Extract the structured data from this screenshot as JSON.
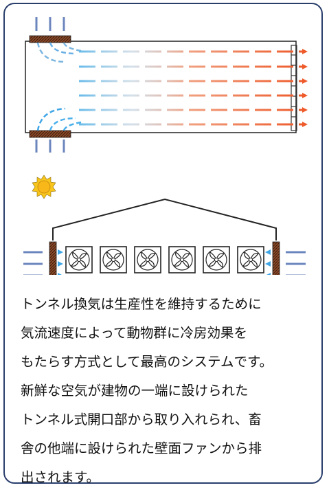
{
  "description": {
    "lines": [
      "トンネル換気は生産性を維持するために",
      "気流速度によって動物群に冷房効果を",
      "もたらす方式として最高のシステムです。",
      "新鮮な空気が建物の一端に設けられた",
      "トンネル式開口部から取り入れられ、畜",
      "舎の他端に設けられた壁面ファンから排",
      "出されます。"
    ]
  },
  "icons": {
    "sun": "sun-icon",
    "fan": "exhaust-fan-icon",
    "air_arrow": "airflow-arrow-icon"
  },
  "colors": {
    "frame": "#2a3e6c",
    "cool_air": "#5fb8ea",
    "warm_air": "#ee6a3a",
    "curtain": "#8a4a2a",
    "intake_arrow": "#6b86bd",
    "sun": "#f7c51b"
  }
}
